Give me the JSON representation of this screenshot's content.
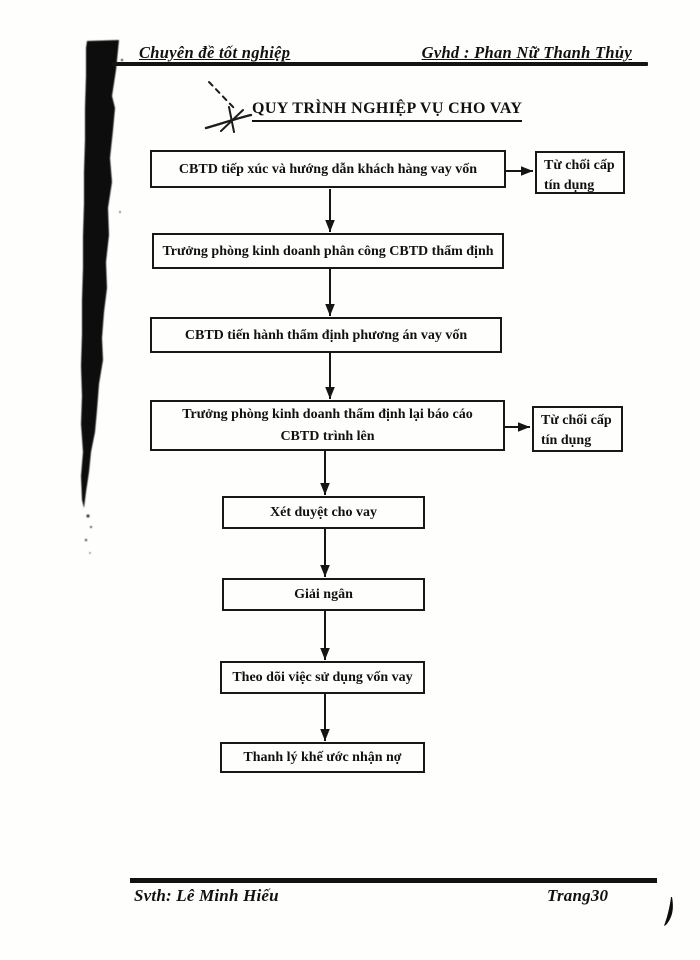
{
  "header": {
    "left_text": "Chuyên đề tốt nghiệp",
    "right_text": "Gvhd : Phan Nữ Thanh Thủy"
  },
  "title": "QUY TRÌNH NGHIỆP VỤ CHO VAY",
  "flowchart": {
    "steps": [
      {
        "label": "CBTD tiếp xúc và hướng dẫn khách hàng vay vốn"
      },
      {
        "label": "Trưởng phòng kinh doanh phân công CBTD thẩm định"
      },
      {
        "label": "CBTD tiến hành thẩm định phương án vay vốn"
      },
      {
        "label": "Trưởng phòng kinh doanh thẩm định lại báo cáo\nCBTD trình lên"
      },
      {
        "label": "Xét duyệt cho vay"
      },
      {
        "label": "Giải ngân"
      },
      {
        "label": "Theo dõi việc sử dụng vốn vay"
      },
      {
        "label": "Thanh lý khế ước nhận nợ"
      }
    ],
    "reject_boxes": [
      {
        "label": "Từ chối cấp\ntín dụng"
      },
      {
        "label": "Từ chối cấp\ntín dụng"
      }
    ]
  },
  "footer": {
    "left_text": "Svth: Lê Minh Hiếu",
    "right_text": "Trang30"
  },
  "colors": {
    "ink": "#111111",
    "paper": "#fefefd"
  }
}
